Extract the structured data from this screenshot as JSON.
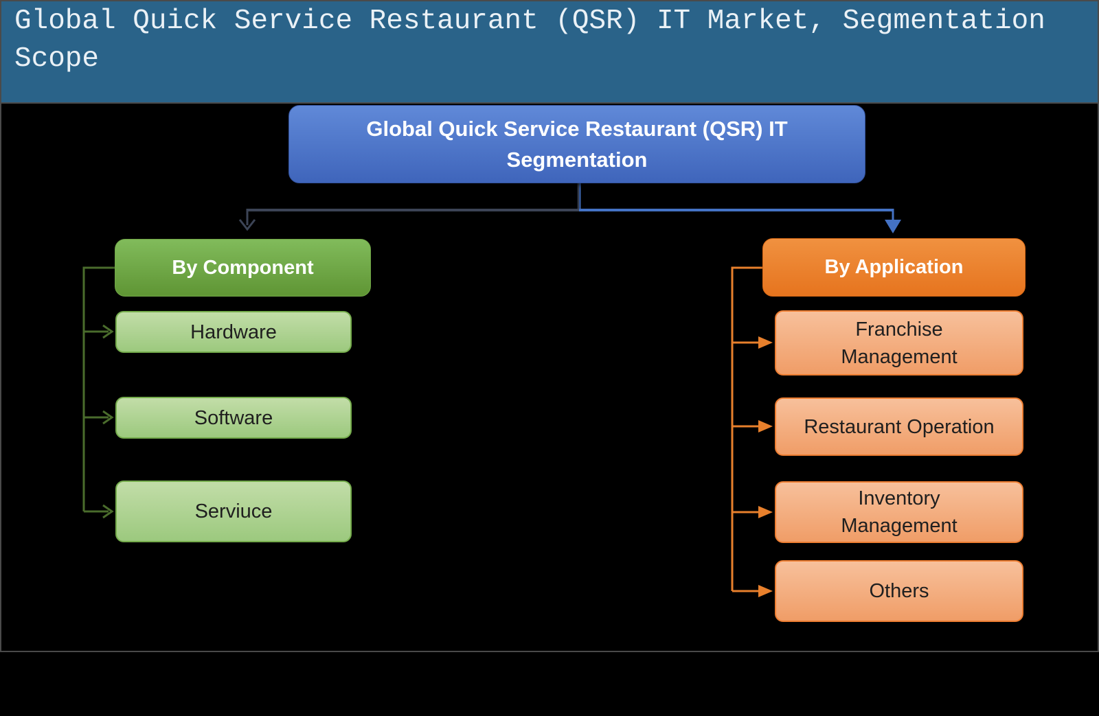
{
  "header": {
    "title_lines": [
      "Global Quick Service Restaurant (QSR) IT Market, Segmentation",
      "Scope"
    ]
  },
  "diagram": {
    "root_label": "Global Quick Service Restaurant (QSR) IT Segmentation",
    "left_branch": {
      "label": "By Component",
      "items": [
        [
          "Hardware"
        ],
        [
          "Software"
        ],
        [
          "Serviuce"
        ]
      ]
    },
    "right_branch": {
      "label": "By Application",
      "items": [
        [
          "Franchise",
          "Management"
        ],
        [
          "Restaurant Operation"
        ],
        [
          "Inventory",
          "Management"
        ],
        [
          "Others"
        ]
      ]
    }
  },
  "colors": {
    "canvas_bg": "#000000",
    "frame_border": "#4A4A4A",
    "header_bg": "#2A6389",
    "header_text": "#EAF1F6",
    "root_top": "#6089D8",
    "root_bottom": "#3F65BB",
    "root_border": "#34549E",
    "root_text": "#FFFFFF",
    "trunk_left": "#3C4456",
    "trunk_right": "#4472C4",
    "left_header_top": "#81BB5B",
    "left_header_bottom": "#5F9534",
    "left_header_border": "#71A747",
    "left_item_top": "#C2DDA8",
    "left_item_bottom": "#9CC97E",
    "left_item_border": "#75AC4C",
    "left_connector": "#4A6C2C",
    "right_header_top": "#F09140",
    "right_header_bottom": "#E6741E",
    "right_header_border": "#DB6A15",
    "right_item_top": "#F7C09B",
    "right_item_bottom": "#F09D67",
    "right_item_border": "#ED7D31",
    "right_connector": "#E8802C",
    "item_text": "#1F1F1F"
  }
}
